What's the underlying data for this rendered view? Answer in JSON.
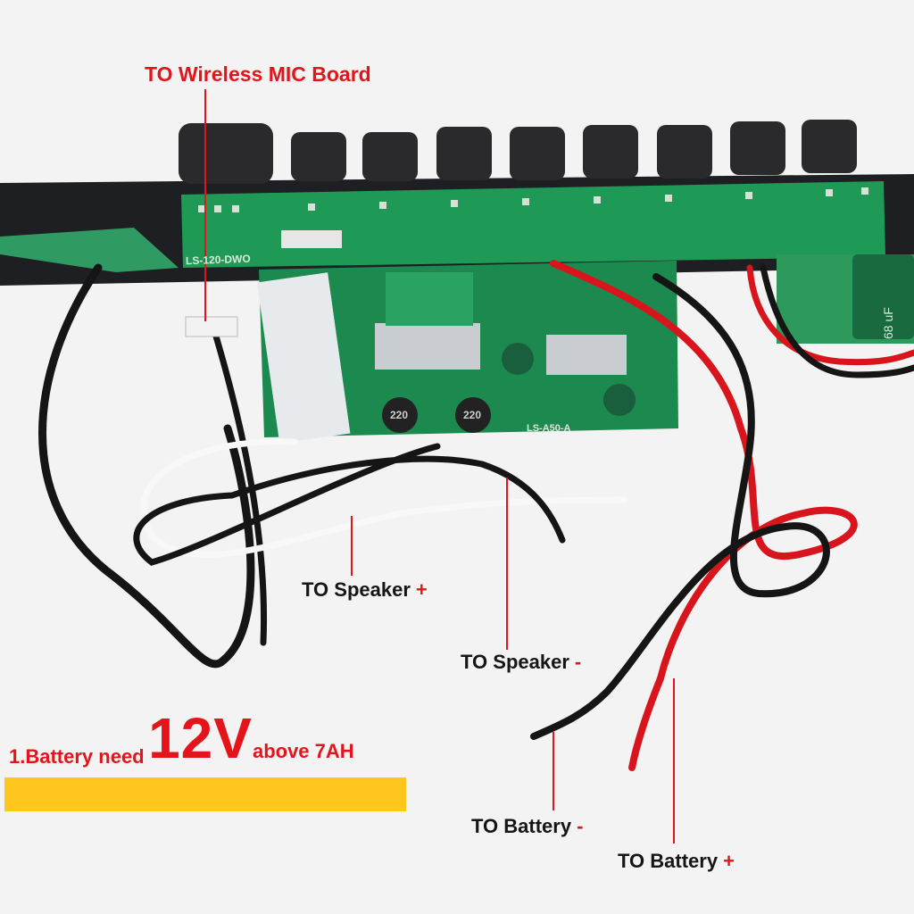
{
  "labels": {
    "mic_board": "TO Wireless MIC Board",
    "speaker_plus": "TO Speaker",
    "speaker_plus_sign": "+",
    "speaker_minus": "TO Speaker",
    "speaker_minus_sign": "-",
    "battery_minus": "TO Battery",
    "battery_minus_sign": "-",
    "battery_plus": "TO Battery",
    "battery_plus_sign": "+"
  },
  "battery_note": {
    "prefix": "1.Battery need",
    "voltage": "12V",
    "suffix": "above 7AH"
  },
  "pcb_silkscreen": {
    "top_board": "LS-120-DWO",
    "bottom_board": "LS-A50-A",
    "inductor_1": "220",
    "inductor_2": "220",
    "capacitor": "68 uF"
  },
  "colors": {
    "label_red": "#e5141b",
    "label_dark": "#151515",
    "highlight_bar": "#ffc61e",
    "pcb_green": "#1f9a56",
    "wire_red": "#d8141c",
    "wire_black": "#151515",
    "wire_white": "#f8f8f8"
  }
}
